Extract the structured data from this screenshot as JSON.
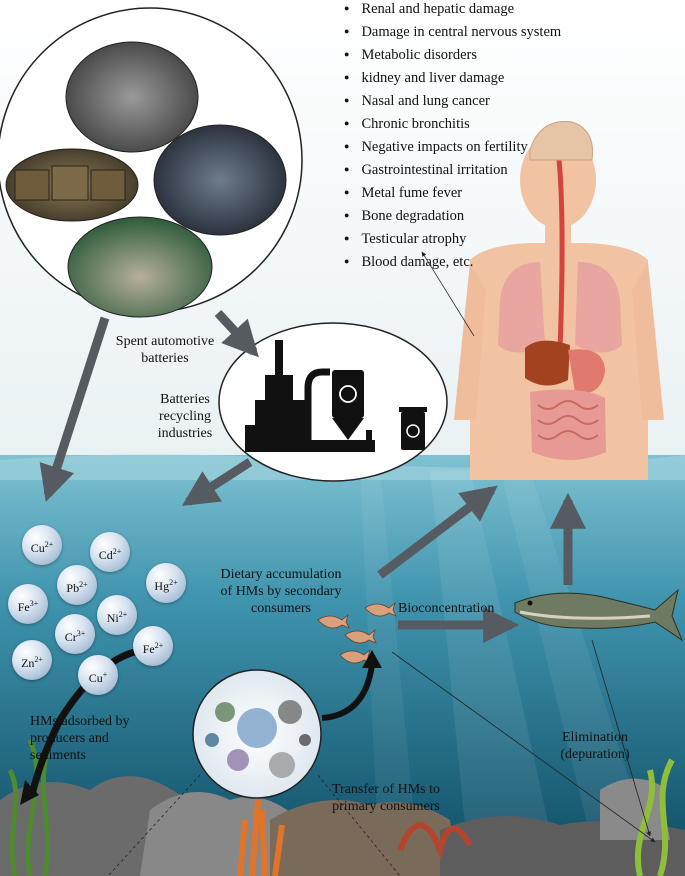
{
  "health_effects": [
    "Renal and hepatic damage",
    "Damage in central nervous system",
    "Metabolic disorders",
    "kidney and liver damage",
    "Nasal and lung cancer",
    "Chronic bronchitis",
    "Negative impacts on fertility",
    "Gastrointestinal irritation",
    "Metal fume fever",
    "Bone degradation",
    "Testicular atrophy",
    "Blood damage, etc."
  ],
  "labels": {
    "spent_line1": "Spent automotive",
    "spent_line2": "batteries",
    "recycling_line1": "Batteries",
    "recycling_line2": "recycling",
    "recycling_line3": "industries",
    "dietary_line1": "Dietary accumulation",
    "dietary_line2": "of HMs by secondary",
    "dietary_line3": "consumers",
    "bioconcentration": "Bioconcentration",
    "adsorbed_line1": "HMs adsorbed by",
    "adsorbed_line2": "producers and",
    "adsorbed_line3": "sediments",
    "transfer_line1": "Transfer of HMs to",
    "transfer_line2": "primary consumers",
    "elimination_line1": "Elimination",
    "elimination_line2": "(depuration)"
  },
  "ions": [
    {
      "symbol": "Cu",
      "charge": "2+"
    },
    {
      "symbol": "Cd",
      "charge": "2+"
    },
    {
      "symbol": "Pb",
      "charge": "2+"
    },
    {
      "symbol": "Hg",
      "charge": "2+"
    },
    {
      "symbol": "Fe",
      "charge": "3+"
    },
    {
      "symbol": "Ni",
      "charge": "2+"
    },
    {
      "symbol": "Cr",
      "charge": "3+"
    },
    {
      "symbol": "Fe",
      "charge": "2+"
    },
    {
      "symbol": "Zn",
      "charge": "2+"
    },
    {
      "symbol": "Cu",
      "charge": "+"
    }
  ],
  "colors": {
    "water_top": "#6fb4c6",
    "water_bottom": "#0f5a74",
    "skin": "#f2c3a2",
    "arrow_gray": "#555b60"
  }
}
